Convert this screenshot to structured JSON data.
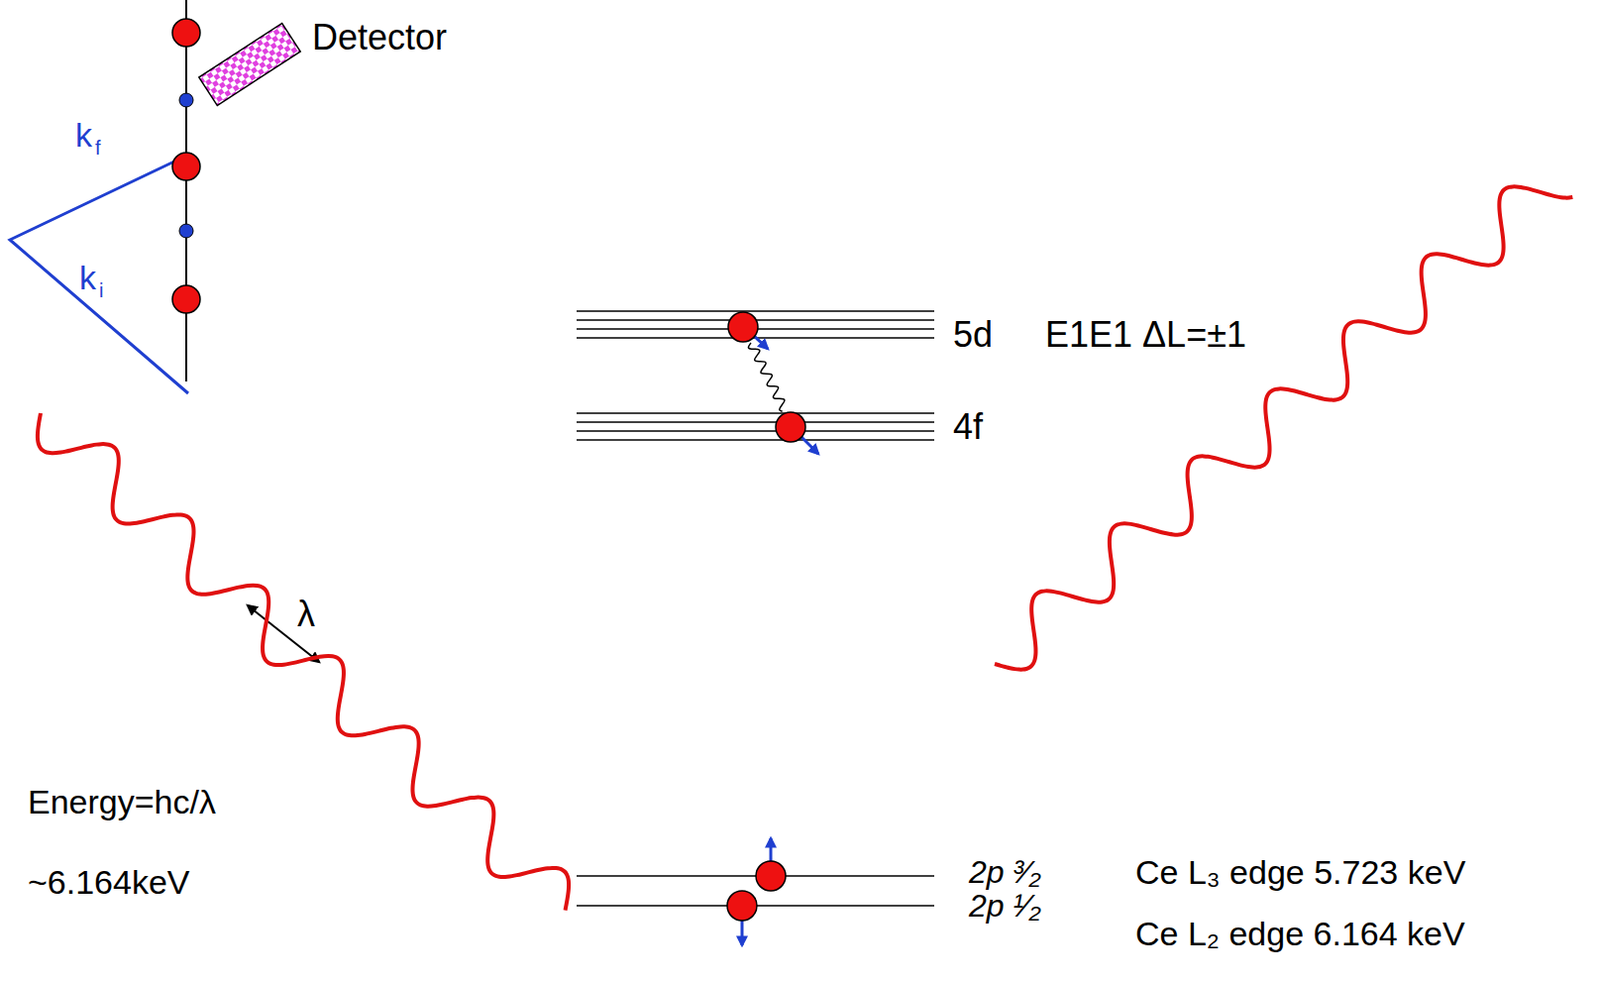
{
  "diagram": {
    "labels": [
      "Detector",
      "k",
      "f",
      "k",
      "i",
      "5d",
      "E1E1 ΔL=±1",
      "4f",
      "λ",
      "Energy=hc/λ",
      "~6.164keV",
      "2p ³⁄₂",
      "Ce L₃ edge 5.723 keV",
      "2p ¹⁄₂",
      "Ce L₂ edge 6.164 keV"
    ]
  }
}
